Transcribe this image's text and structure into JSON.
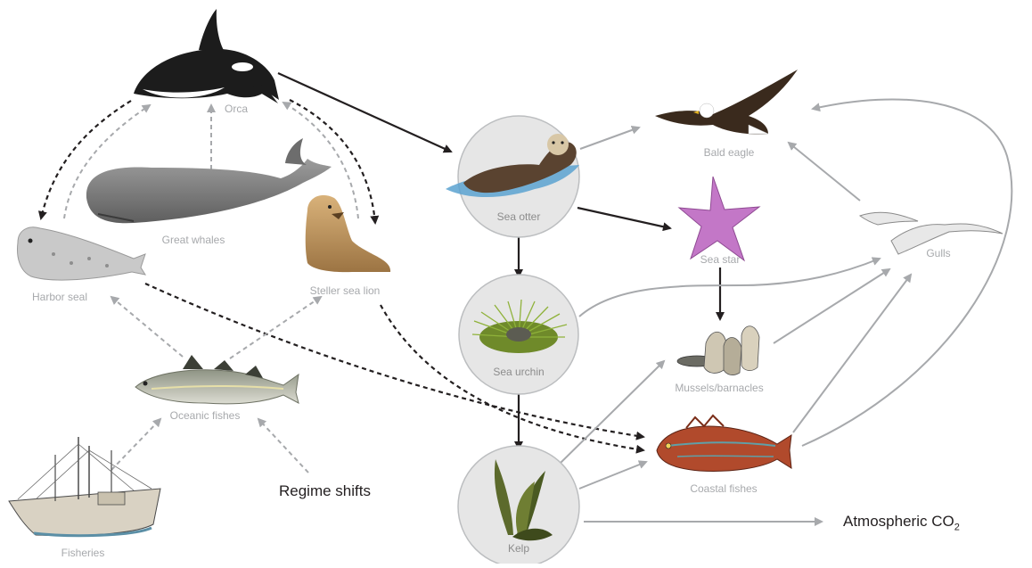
{
  "diagram": {
    "nodes": {
      "orca": "Orca",
      "great_whales": "Great whales",
      "harbor_seal": "Harbor seal",
      "steller_sea_lion": "Steller sea lion",
      "oceanic_fishes": "Oceanic fishes",
      "fisheries": "Fisheries",
      "regime_shifts": "Regime shifts",
      "sea_otter": "Sea otter",
      "sea_urchin": "Sea urchin",
      "kelp": "Kelp",
      "bald_eagle": "Bald eagle",
      "sea_star": "Sea star",
      "mussels_barnacles": "Mussels/barnacles",
      "coastal_fishes": "Coastal fishes",
      "gulls": "Gulls",
      "atmospheric_co2_main": "Atmospheric CO",
      "atmospheric_co2_sub": "2"
    },
    "colors": {
      "strong_arrow": "#231f20",
      "weak_arrow": "#a7a9ac",
      "circle_fill": "#e6e6e6",
      "circle_stroke": "#bcbec0"
    }
  }
}
